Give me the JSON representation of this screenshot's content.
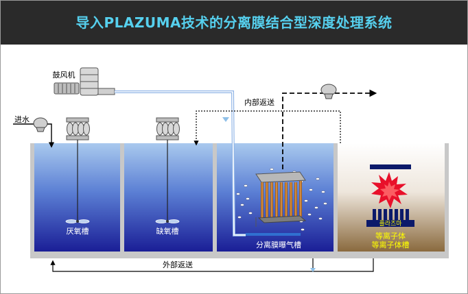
{
  "title": "导入PLAZUMA技术的分离膜结合型深度处理系统",
  "labels": {
    "blower": "鼓风机",
    "inlet": "进水",
    "internal_return": "内部返送",
    "external_return": "外部返送",
    "anaerobic_tank": "厌氧槽",
    "anoxic_tank": "缺氧槽",
    "membrane_tank": "分离膜曝气槽",
    "plasma_korean": "플라즈마",
    "plasma_tank_line1": "等离子体",
    "plasma_tank_line2": "等离子体槽"
  },
  "colors": {
    "banner_bg": "#2a2a2a",
    "title_color": "#56d0ee",
    "water_top": "#9fc3ec",
    "water_bottom": "#1a1e96",
    "plasma_label": "#ffff00",
    "flash": "#e8102a"
  }
}
